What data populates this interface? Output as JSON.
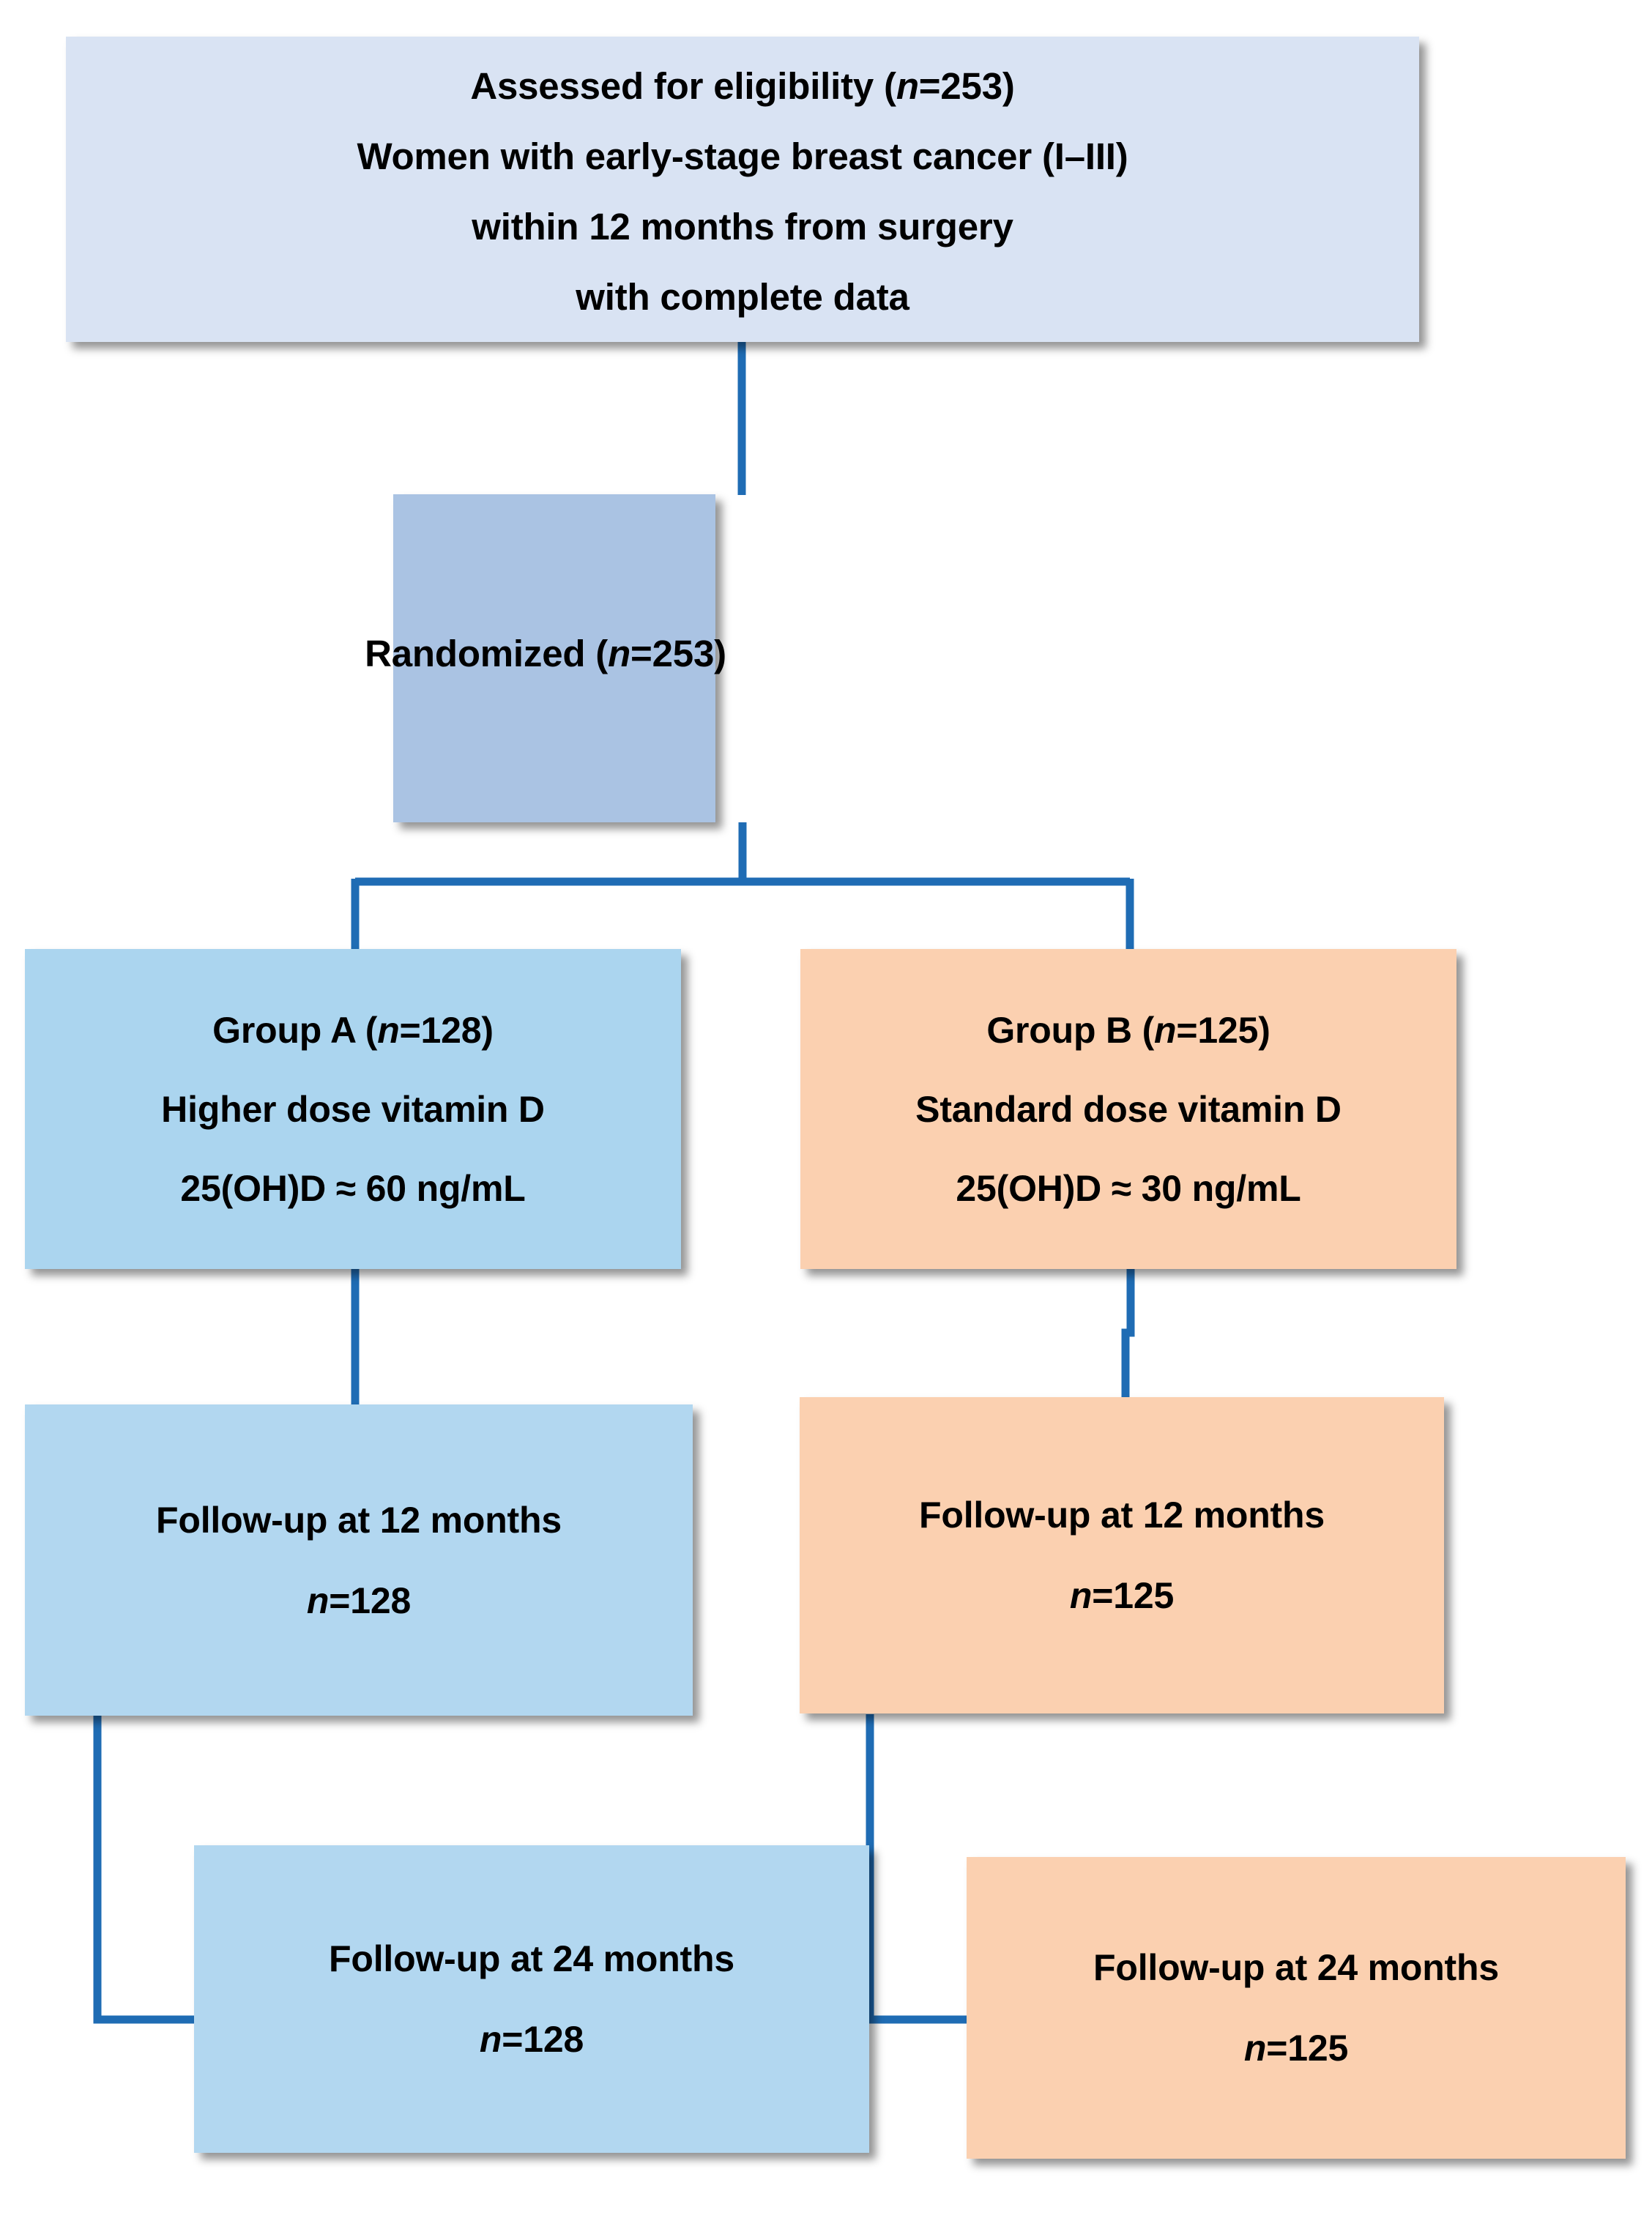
{
  "diagram": {
    "type": "flowchart",
    "title": "CONSORT participant flow diagram",
    "colors": {
      "eligibility_box": "#d9e3f3",
      "randomized_box": "#aac3e3",
      "group_a_box": "#abd5ef",
      "group_b_box": "#fbd0b0",
      "connector_line": "#1f6cb4",
      "text": "#000000"
    },
    "nodes": {
      "eligibility": {
        "lines": [
          "Assessed for eligibility (n=253)",
          "Women with early-stage breast cancer (I–III)",
          "within 12 months from surgery",
          "with complete data"
        ],
        "line1_pre": "Assessed for eligibility (",
        "line1_italic": "n",
        "line1_post": "=253)",
        "line2": "Women with early-stage breast cancer (I–III)",
        "line3": "within 12 months from surgery",
        "line4": "with complete data"
      },
      "randomized": {
        "pre": "Randomized (",
        "italic": "n",
        "post": "=253)"
      },
      "group_a": {
        "line1_pre": "Group A (",
        "line1_italic": "n",
        "line1_post": "=128)",
        "line2": "Higher dose vitamin D",
        "line3": "25(OH)D ≈ 60 ng/mL"
      },
      "group_b": {
        "line1_pre": "Group B (",
        "line1_italic": "n",
        "line1_post": "=125)",
        "line2": "Standard dose vitamin D",
        "line3": "25(OH)D ≈ 30 ng/mL"
      },
      "follow12_a": {
        "line1": "Follow-up at 12 months",
        "line2_italic": "n",
        "line2_post": "=128"
      },
      "follow12_b": {
        "line1": "Follow-up at 12 months",
        "line2_italic": "n",
        "line2_post": "=125"
      },
      "follow24_a": {
        "line1": "Follow-up at 24 months",
        "line2_italic": "n",
        "line2_post": "=128"
      },
      "follow24_b": {
        "line1": "Follow-up at 24 months",
        "line2_italic": "n",
        "line2_post": "=125"
      }
    },
    "edges": [
      {
        "name": "eligibility-to-randomized",
        "from": "eligibility",
        "to": "randomized"
      },
      {
        "name": "randomized-to-group-a",
        "from": "randomized",
        "to": "group_a"
      },
      {
        "name": "randomized-to-group-b",
        "from": "randomized",
        "to": "group_b"
      },
      {
        "name": "group-a-to-follow12-a",
        "from": "group_a",
        "to": "follow12_a"
      },
      {
        "name": "group-b-to-follow12-b",
        "from": "group_b",
        "to": "follow12_b"
      },
      {
        "name": "follow12-a-to-follow24-a",
        "from": "follow12_a",
        "to": "follow24_a"
      },
      {
        "name": "follow12-b-to-follow24-b",
        "from": "follow12_b",
        "to": "follow24_b"
      }
    ]
  }
}
